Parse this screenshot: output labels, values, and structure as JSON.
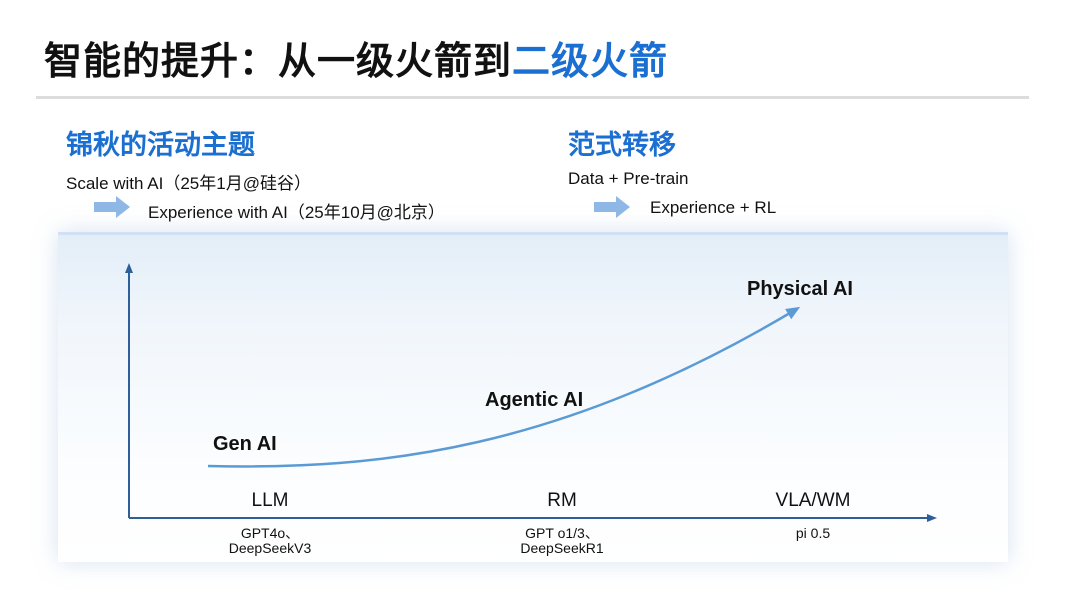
{
  "title": {
    "main": "智能的提升：从一级火箭到",
    "accent": "二级火箭"
  },
  "left": {
    "heading": "锦秋的活动主题",
    "line1": "Scale with AI（25年1月@硅谷）",
    "line2": "Experience with AI（25年10月@北京）"
  },
  "right": {
    "heading": "范式转移",
    "line1": "Data + Pre-train",
    "line2": "Experience + RL"
  },
  "diagram": {
    "stages": [
      "Gen AI",
      "Agentic AI",
      "Physical AI"
    ],
    "axis_labels": [
      "LLM",
      "RM",
      "VLA/WM"
    ],
    "models": [
      [
        "GPT4o、",
        "DeepSeekV3"
      ],
      [
        "GPT o1/3、",
        "DeepSeekR1"
      ],
      [
        "pi 0.5"
      ]
    ]
  },
  "colors": {
    "accent": "#1a6fd1",
    "curve": "#5b9bd5",
    "arrow": "#8fb8e6",
    "axis": "#2f5f9a"
  },
  "icons": {
    "arrow": "right-arrow-icon"
  }
}
